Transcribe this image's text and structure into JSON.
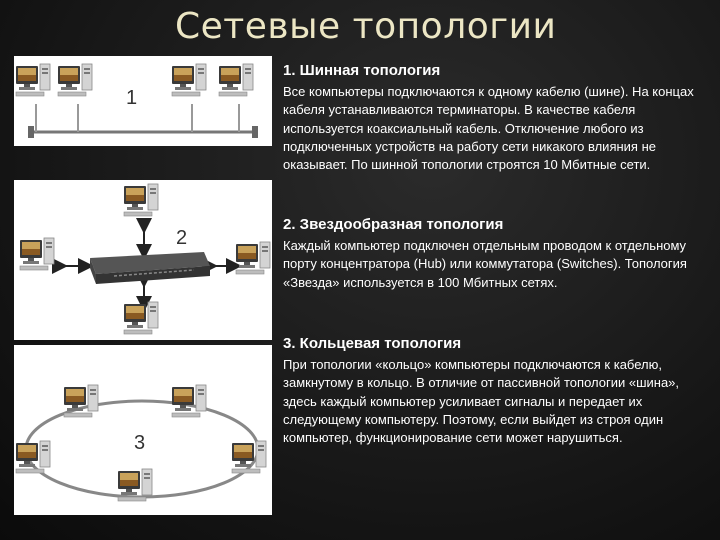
{
  "title": "Сетевые топологии",
  "sections": [
    {
      "heading": "1. Шинная топология",
      "body": "Все компьютеры подключаются к одному кабелю (шине). На концах кабеля устанавливаются терминаторы. В качестве кабеля используется коаксиальный кабель. Отключение любого из подключенных устройств на работу сети никакого влияния не оказывает. По шинной топологии строятся 10 Мбитные сети."
    },
    {
      "heading": "2. Звездообразная топология",
      "body": "Каждый компьютер подключен отдельным проводом к отдельному порту концентратора (Hub) или коммутатора (Switches). Топология «Звезда» используется в 100 Мбитных сетях."
    },
    {
      "heading": "3. Кольцевая топология",
      "body": "При топологии «кольцо» компьютеры подключаются к кабелю, замкнутому в кольцо. В отличие от пассивной топологии «шина», здесь каждый компьютер усиливает сигналы и передает их следующему компьютеру. Поэтому, если выйдет из строя один компьютер, функционирование сети может нарушиться."
    }
  ],
  "diagrams": {
    "bus_label": "1",
    "star_label": "2",
    "ring_label": "3"
  },
  "icons": {
    "computer": "computer-icon",
    "hub": "hub-switch-icon"
  }
}
